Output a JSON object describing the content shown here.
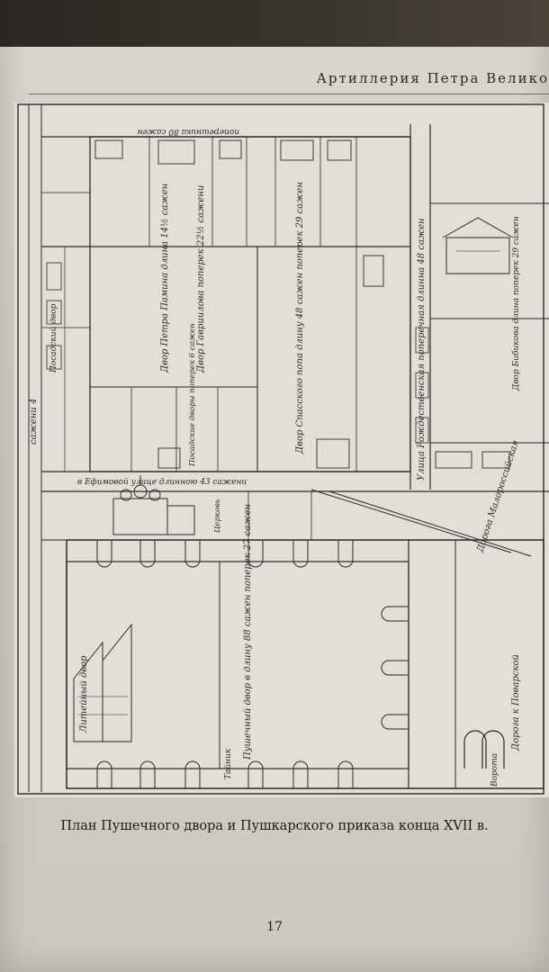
{
  "running_head": "Артиллерия Петра Велико",
  "figure": {
    "caption": "План Пушечного двора и Пушкарского приказа конца XVII в.",
    "inscriptions": {
      "outer_left_strip": "сажени 4",
      "left_column": "Посадский двор",
      "top_measures": "поперешника 80 сажен",
      "block_a": "Двор Петра Памина длина 14½ сажен",
      "block_b": "Двор Гавриилова поперек 22½ сажени",
      "block_c": "Двор Спасского попа длину 48 сажен поперек 29 сажен",
      "block_d": "Посадские дворы поперек 6 сажен",
      "street_long": "Улица Рождественская поперечная длинна 48 сажен",
      "right_building": "Двор Бибикова длина поперек 29 сажен",
      "road_diag": "Дорога Малороссийская",
      "cross_street": "в Ефимовой улице длинною 43 сажени",
      "church_label": "Церковь",
      "lower_yard": "Пушечный двор в длину 88 сажен поперек 27 сажен",
      "lower_left": "Литейный двор",
      "lower_right": "Дорога к Поварской",
      "lower_bottom_left": "Тайник",
      "lower_far_right": "Ворота"
    }
  },
  "page_number": "17"
}
